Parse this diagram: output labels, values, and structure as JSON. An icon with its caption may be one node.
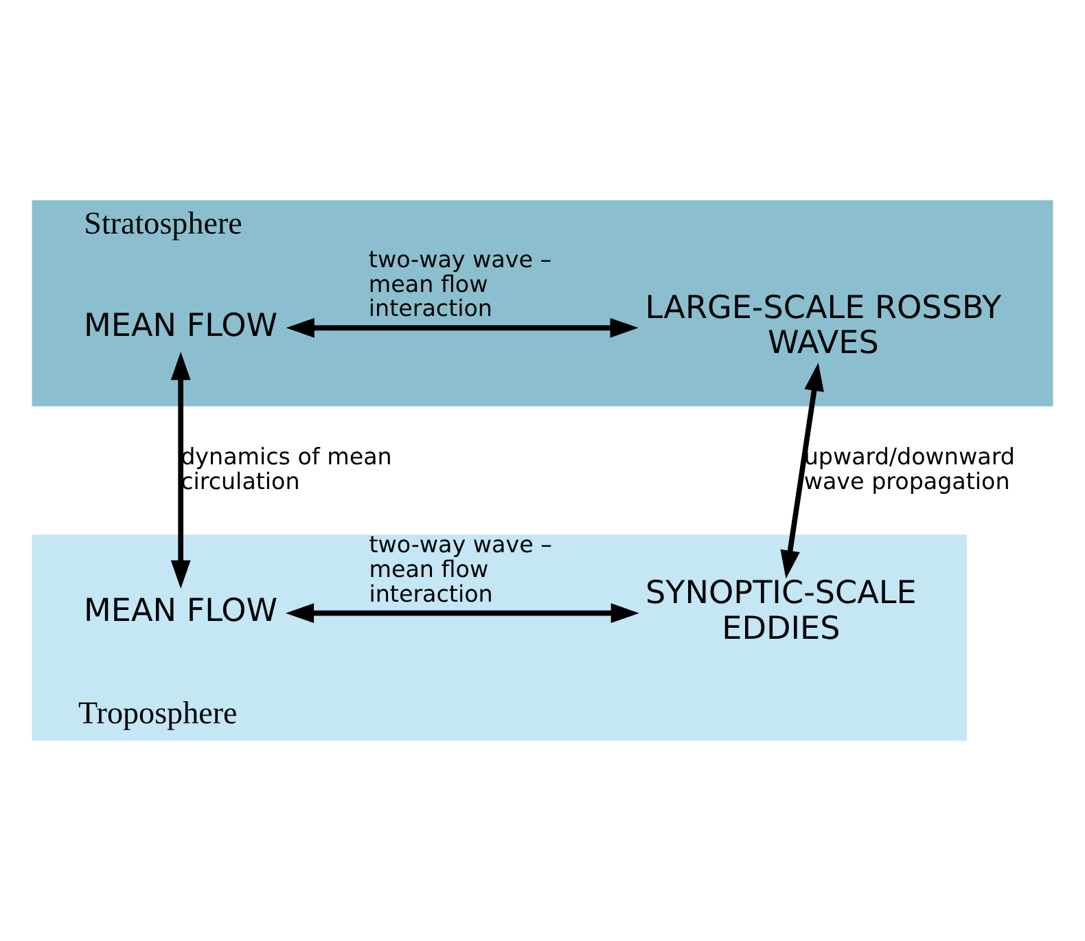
{
  "diagram": {
    "nodes": [
      {
        "text": [
          "Stratosphere"
        ]
      },
      {
        "text": [
          "MEAN FLOW"
        ],
        "in": 0
      },
      {
        "text": [
          "LARGE-SCALE ROSSBY WAVES"
        ],
        "in": 0
      },
      {
        "text": [
          "Troposphere"
        ]
      },
      {
        "text": [
          "MEAN FLOW"
        ],
        "in": 3
      },
      {
        "text": [
          "SYNOPTIC-SCALE EDDIES"
        ],
        "in": 3
      }
    ],
    "edges": [
      {
        "from": 1,
        "to": 2,
        "arrow": "both",
        "label": "two-way wave – mean flow interaction"
      },
      {
        "from": 1,
        "to": 4,
        "arrow": "both",
        "label": "dynamics of mean circulation"
      },
      {
        "from": 2,
        "to": 5,
        "arrow": "both",
        "label": "upward/downward wave propagation"
      },
      {
        "from": 4,
        "to": 5,
        "arrow": "both",
        "label": "two-way wave – mean flow interaction"
      }
    ]
  }
}
